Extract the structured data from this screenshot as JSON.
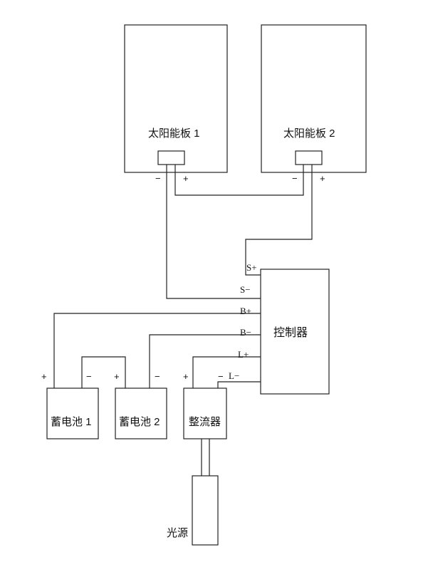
{
  "diagram": {
    "panel1": {
      "label": "太阳能板 1",
      "minus": "−",
      "plus": "+"
    },
    "panel2": {
      "label": "太阳能板 2",
      "minus": "−",
      "plus": "+"
    },
    "controller": {
      "label": "控制器",
      "terminals": {
        "s_plus": "S+",
        "s_minus": "S−",
        "b_plus": "B+",
        "b_minus": "B−",
        "l_plus": "L+",
        "l_minus": "L−"
      }
    },
    "battery1": {
      "label": "蓄电池 1",
      "plus": "+",
      "minus": "−"
    },
    "battery2": {
      "label": "蓄电池 2",
      "plus": "+",
      "minus": "−"
    },
    "rectifier": {
      "label": "整流器",
      "plus": "+",
      "minus": "−"
    },
    "light": {
      "label": "光源"
    }
  }
}
